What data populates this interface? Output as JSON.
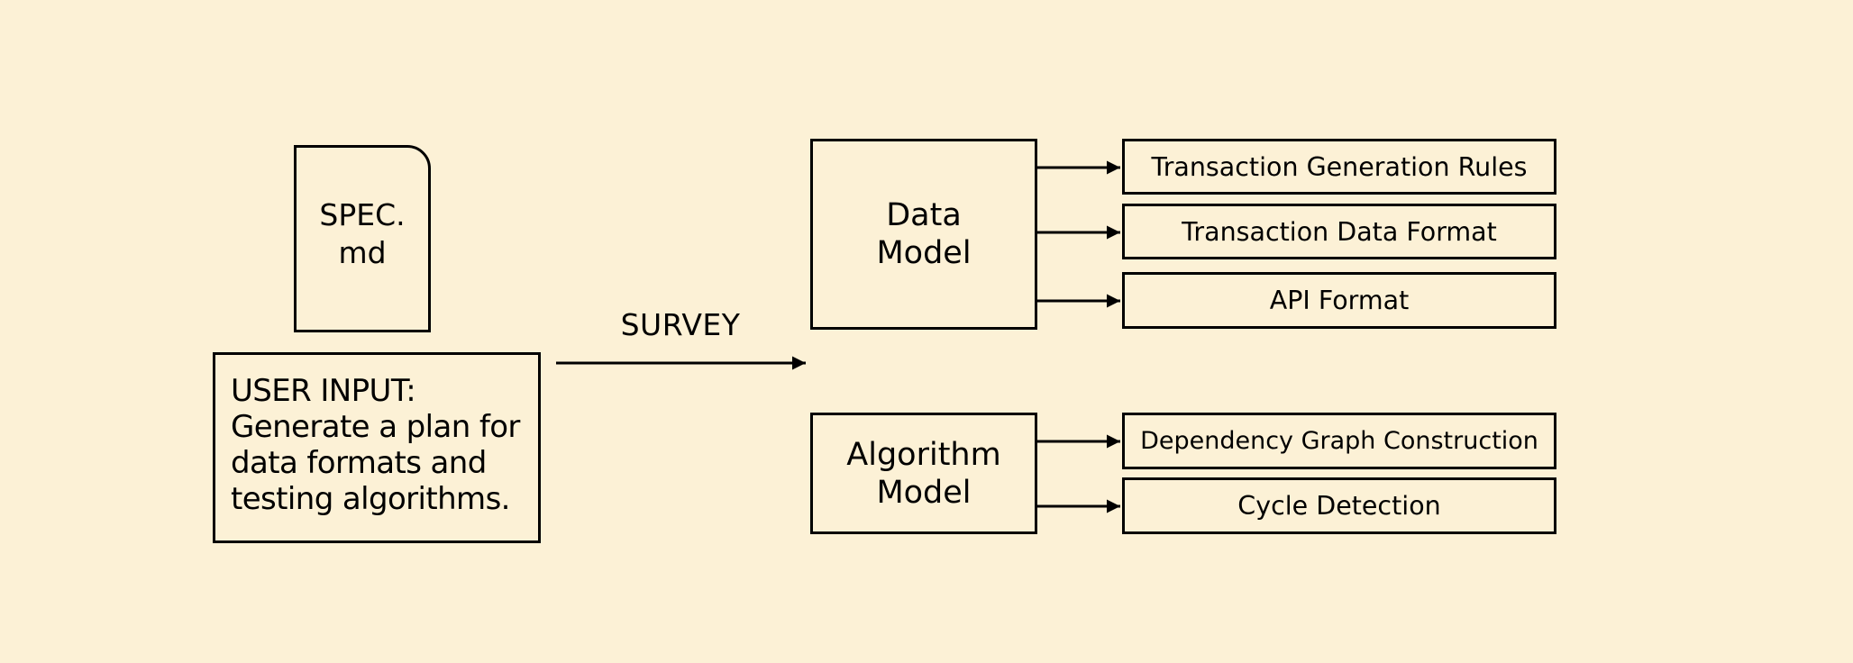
{
  "file": {
    "label": "SPEC.\nmd"
  },
  "user_input": {
    "text": "USER INPUT:\nGenerate a plan for\ndata formats and\ntesting algorithms."
  },
  "survey": {
    "label": "SURVEY"
  },
  "data_model": {
    "label": "Data\nModel",
    "outputs": [
      "Transaction Generation Rules",
      "Transaction Data Format",
      "API Format"
    ]
  },
  "algorithm_model": {
    "label": "Algorithm\nModel",
    "outputs": [
      "Dependency Graph Construction",
      "Cycle Detection"
    ]
  }
}
